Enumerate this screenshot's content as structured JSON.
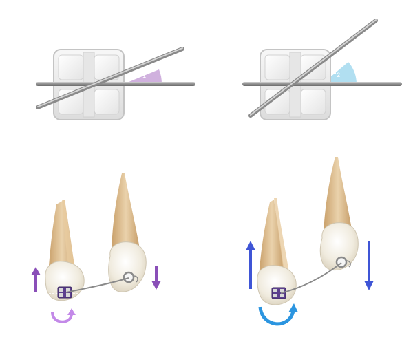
{
  "panels": [
    {
      "id": "left",
      "angle_symbol": "α",
      "angle_index": "1",
      "sector_color": "#c8a3d8",
      "arrow_color": "#8a4fb8",
      "rotation_color": "#c389e8"
    },
    {
      "id": "right",
      "angle_symbol": "α",
      "angle_index": "2",
      "sector_color": "#a8dcef",
      "arrow_color": "#3f55d6",
      "rotation_color": "#2b95e0"
    }
  ],
  "colors": {
    "bracket_face": "#eeeeee",
    "bracket_edge": "#c4c4c4",
    "wire": "#9a9a9a",
    "tooth_crown": "#f1ece0",
    "tooth_root": "#d9b98c"
  },
  "icons": [
    "bracket-icon",
    "archwire-icon",
    "tooth-icon",
    "intrusion-arrow-icon",
    "extrusion-arrow-icon",
    "rotation-arrow-icon"
  ]
}
